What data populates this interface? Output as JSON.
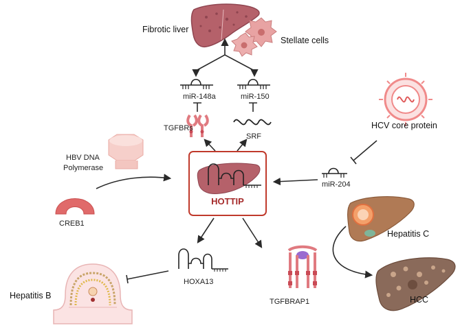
{
  "labels": {
    "fibrotic_liver": "Fibrotic liver",
    "stellate_cells": "Stellate cells",
    "mir148a": "miR-148a",
    "mir150": "miR-150",
    "tgfbrs": "TGFBRs",
    "srf": "SRF",
    "hcv_core": "HCV core protein",
    "hbv_line1": "HBV DNA",
    "hbv_line2": "Polymerase",
    "hottip": "HOTTIP",
    "mir204": "miR-204",
    "creb1": "CREB1",
    "hepatitis_c": "Hepatitis C",
    "hoxa13": "HOXA13",
    "hepatitis_b": "Hepatitis B",
    "tgfbrap1": "TGFBRAP1",
    "hcc": "HCC"
  },
  "colors": {
    "liver": "#b5616a",
    "liver_dark": "#8f4550",
    "hottip_box": "#c0392b",
    "hottip_text": "#a52a2a",
    "receptor": "#e07a80",
    "hbv_protein": "#f3c6c0",
    "creb1": "#e06a6a",
    "virus": "#f08a8a",
    "hcc_liver": "#8a6a5a",
    "hepc_liver": "#b07a55"
  }
}
